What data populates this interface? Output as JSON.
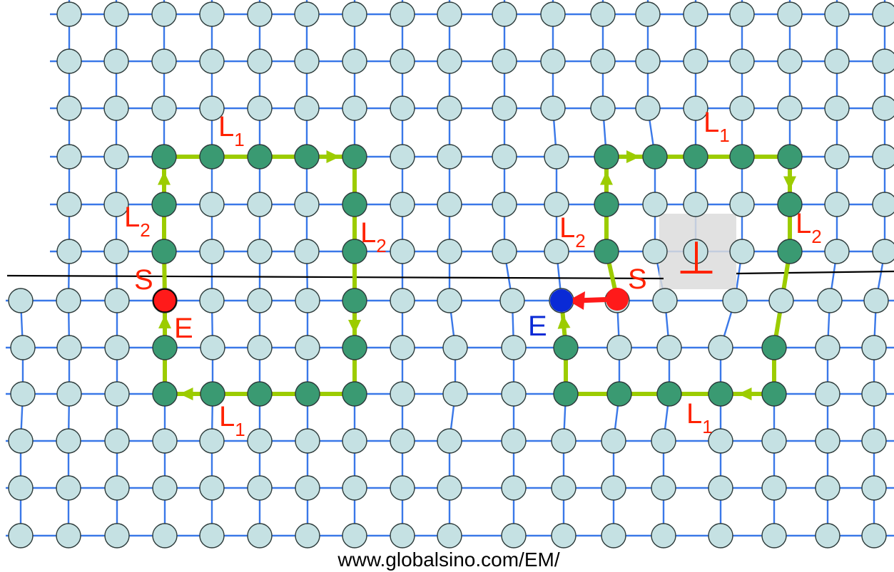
{
  "colors": {
    "bond": "#3a78e8",
    "atom_fill": "#c5e1e3",
    "atom_path_fill": "#3a9a72",
    "circuit": "#9ccc00",
    "label_red": "#ff2200",
    "closure_blue": "#0a2ad6",
    "start_red": "#ff1a1a",
    "slip_line": "#000000",
    "core_box": "#dcdcdc"
  },
  "labels": {
    "left": {
      "L1_top": "L",
      "L1_top_sub": "1",
      "L2_left": "L",
      "L2_left_sub": "2",
      "L2_right": "L",
      "L2_right_sub": "2",
      "L1_bottom": "L",
      "L1_bottom_sub": "1",
      "start": "S",
      "end": "E"
    },
    "right": {
      "L1_top": "L",
      "L1_top_sub": "1",
      "L2_left": "L",
      "L2_left_sub": "2",
      "L2_right": "L",
      "L2_right_sub": "2",
      "L1_bottom": "L",
      "L1_bottom_sub": "1",
      "start": "S",
      "end": "E"
    }
  },
  "dislocation_symbol": "⊥",
  "footer": "www.globalsino.com/EM/"
}
